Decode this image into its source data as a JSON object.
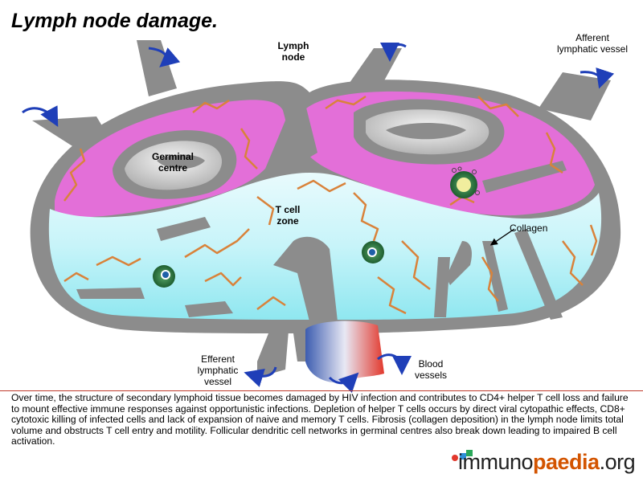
{
  "title": "Lymph node damage.",
  "labels": {
    "lymph_node": "Lymph node",
    "afferent": "Afferent lymphatic vessel",
    "germinal": "Germinal centre",
    "t_cell_zone": "T cell zone",
    "collagen": "Collagen",
    "efferent": "Efferent lymphatic vessel",
    "blood": "Blood vessels"
  },
  "caption": "Over time, the structure of secondary lymphoid tissue becomes damaged by HIV infection and contributes to CD4+ helper T cell loss and failure to mount effective immune responses against opportunistic infections. Depletion of helper T cells occurs by direct viral cytopathic effects, CD8+ cytotoxic killing of infected cells and lack of expansion of naive and memory T cells. Fibrosis (collagen deposition) in the lymph node limits total volume and obstructs T cell entry and motility. Follicular dendritic cell networks in germinal centres also break down leading to impaired B cell activation.",
  "logo": {
    "part1": "immuno",
    "part2": "paedia",
    "part3": ".org"
  },
  "colors": {
    "capsule": "#8c8c8c",
    "cortex": "#e36fd8",
    "t_zone": "#a8f0f6",
    "collagen": "#d9823a",
    "arrow": "#1f3fb8",
    "cell": "#2f7a45",
    "artery": "#e2382c",
    "vein": "#3d5db0"
  }
}
